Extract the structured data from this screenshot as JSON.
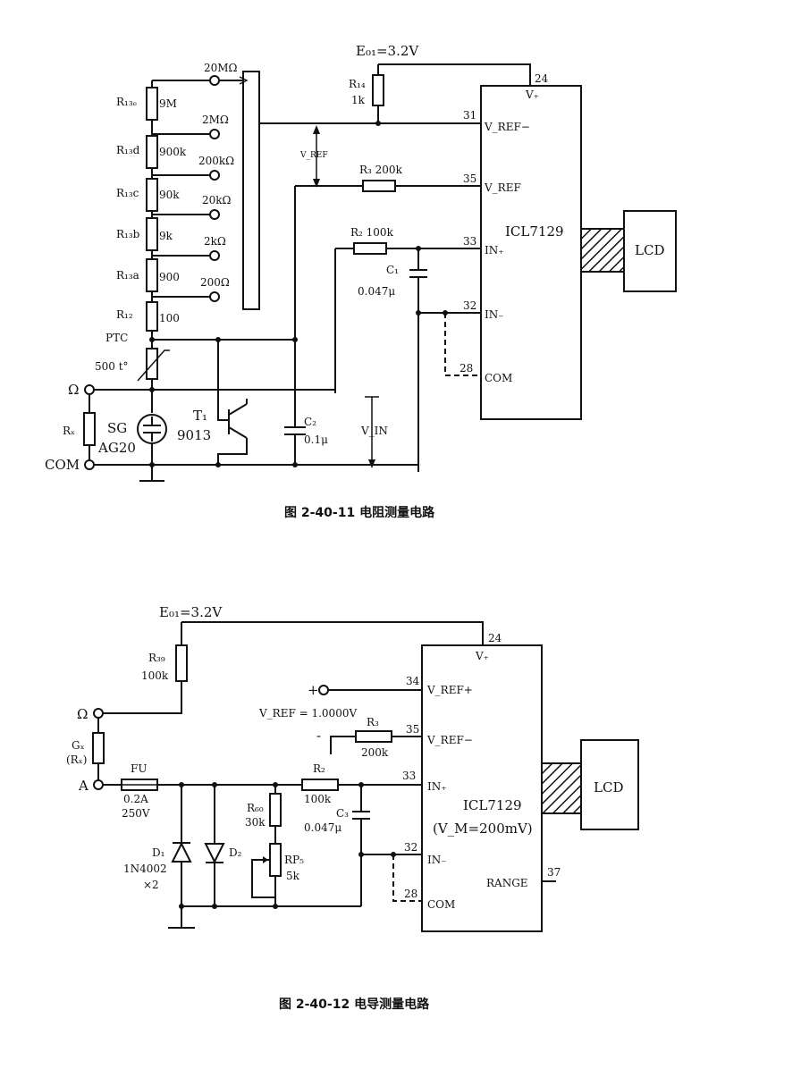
{
  "figure1": {
    "caption": "图 2-40-11    电阻测量电路",
    "supply": "E₀₁=3.2V",
    "ic": "ICL7129",
    "lcd": "LCD",
    "pins": {
      "p24": "24",
      "v_plus": "V₊",
      "p31": "31",
      "vref_minus": "V_REF−",
      "p35": "35",
      "vref": "V_REF",
      "p33": "33",
      "in_plus": "IN₊",
      "p32": "32",
      "in_minus": "IN₋",
      "p28": "28",
      "com": "COM"
    },
    "r14": "R₁₄",
    "r14_val": "1k",
    "r3": "R₃ 200k",
    "r2": "R₂ 100k",
    "c1": "C₁",
    "c1_val": "0.047μ",
    "vref_label": "V_REF",
    "ranges": [
      "20MΩ",
      "2MΩ",
      "200kΩ",
      "20kΩ",
      "2kΩ",
      "200Ω"
    ],
    "ladder": [
      {
        "name": "R₁₃ₑ",
        "value": "9M"
      },
      {
        "name": "R₁₃d",
        "value": "900k"
      },
      {
        "name": "R₁₃c",
        "value": "90k"
      },
      {
        "name": "R₁₃b",
        "value": "9k"
      },
      {
        "name": "R₁₃a",
        "value": "900"
      },
      {
        "name": "R₁₂",
        "value": "100"
      }
    ],
    "ptc": "PTC",
    "ptc_val": "500 t°",
    "ohm_term": "Ω",
    "rx": "Rₓ",
    "sg": "SG",
    "sg_val": "AG20",
    "com_term": "COM",
    "t1": "T₁",
    "t1_val": "9013",
    "c2": "C₂",
    "c2_val": "0.1μ",
    "vin": "V_IN"
  },
  "figure2": {
    "caption": "图 2-40-12    电导测量电路",
    "supply": "E₀₁=3.2V",
    "ic": "ICL7129",
    "ic_sub": "(V_M=200mV)",
    "lcd": "LCD",
    "pins": {
      "p24": "24",
      "v_plus": "V₊",
      "p34": "34",
      "vref_plus": "V_REF+",
      "p35": "35",
      "vref_minus": "V_REF−",
      "p33": "33",
      "in_plus": "IN₊",
      "p32": "32",
      "in_minus": "IN₋",
      "p28": "28",
      "com": "COM",
      "p37": "37",
      "range": "RANGE"
    },
    "r39": "R₃₉",
    "r39_val": "100k",
    "plus": "+",
    "minus": "-",
    "vref_eq": "V_REF = 1.0000V",
    "r3": "R₃",
    "r3_val": "200k",
    "ohm_term": "Ω",
    "gx": "Gₓ",
    "rx": "(Rₓ)",
    "a_term": "A",
    "fu": "FU",
    "fu_val1": "0.2A",
    "fu_val2": "250V",
    "r2": "R₂",
    "r2_val": "100k",
    "r60": "R₆₀",
    "r60_val": "30k",
    "c3": "C₃",
    "c3_val": "0.047μ",
    "rp5": "RP₅",
    "rp5_val": "5k",
    "d1": "D₁",
    "d2": "D₂",
    "diode_val": "1N4002",
    "diode_qty": "×2"
  }
}
